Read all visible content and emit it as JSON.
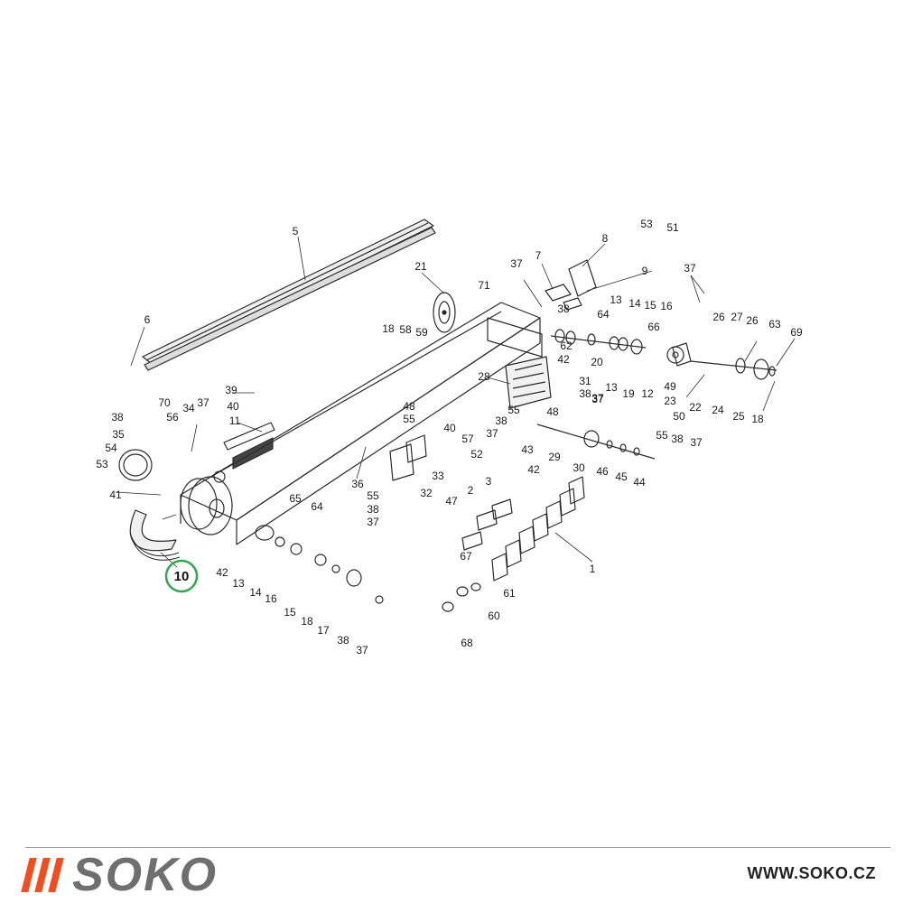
{
  "diagram": {
    "part_numbers": [
      "5",
      "8",
      "53",
      "51",
      "7",
      "37",
      "9",
      "37",
      "21",
      "71",
      "38",
      "13",
      "14",
      "15",
      "16",
      "64",
      "66",
      "26",
      "27",
      "26",
      "63",
      "69",
      "6",
      "18",
      "58",
      "59",
      "62",
      "20",
      "13",
      "19",
      "12",
      "49",
      "23",
      "50",
      "22",
      "24",
      "25",
      "18",
      "42",
      "28",
      "31",
      "38",
      "37",
      "39",
      "37",
      "70",
      "40",
      "38",
      "56",
      "34",
      "11",
      "48",
      "55",
      "55",
      "38",
      "37",
      "40",
      "57",
      "52",
      "35",
      "54",
      "53",
      "43",
      "42",
      "29",
      "30",
      "46",
      "45",
      "44",
      "55",
      "38",
      "37",
      "36",
      "33",
      "41",
      "32",
      "55",
      "38",
      "37",
      "3",
      "2",
      "47",
      "65",
      "64",
      "67",
      "1",
      "10",
      "42",
      "13",
      "14",
      "16",
      "15",
      "18",
      "17",
      "38",
      "37",
      "61",
      "60",
      "68",
      "48",
      "37"
    ],
    "highlighted_part": "10"
  },
  "footer": {
    "brand_name": "SOKO",
    "website": "WWW.SOKO.CZ",
    "brand_color": "#f04e1e",
    "brand_text_color": "#6f6f6f",
    "highlight_color": "#2fa84f"
  }
}
